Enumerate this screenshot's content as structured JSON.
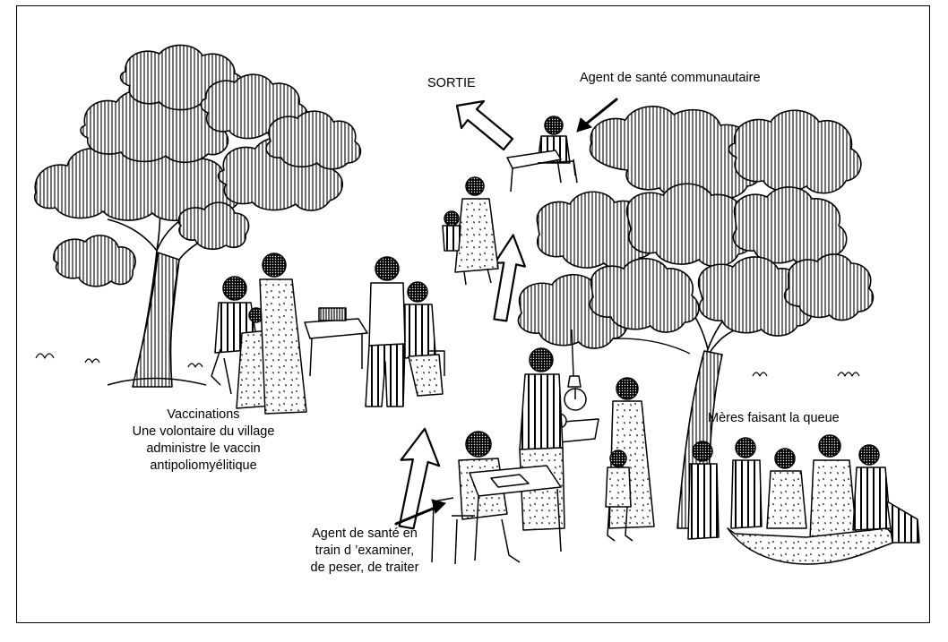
{
  "labels": {
    "exit": "SORTIE",
    "community_health_worker": "Agent de santé communautaire",
    "vaccinations_title": "Vaccinations",
    "vaccinations_line1": "Une volontaire du village",
    "vaccinations_line2": "administre le vaccin",
    "vaccinations_line3": "antipoliomyélitique",
    "queue": "Mères faisant la queue",
    "health_agent_line1": "Agent de santé en",
    "health_agent_line2": "train d ’examiner,",
    "health_agent_line3": "de peser, de traiter"
  },
  "colors": {
    "ink": "#000000",
    "paper": "#ffffff"
  }
}
